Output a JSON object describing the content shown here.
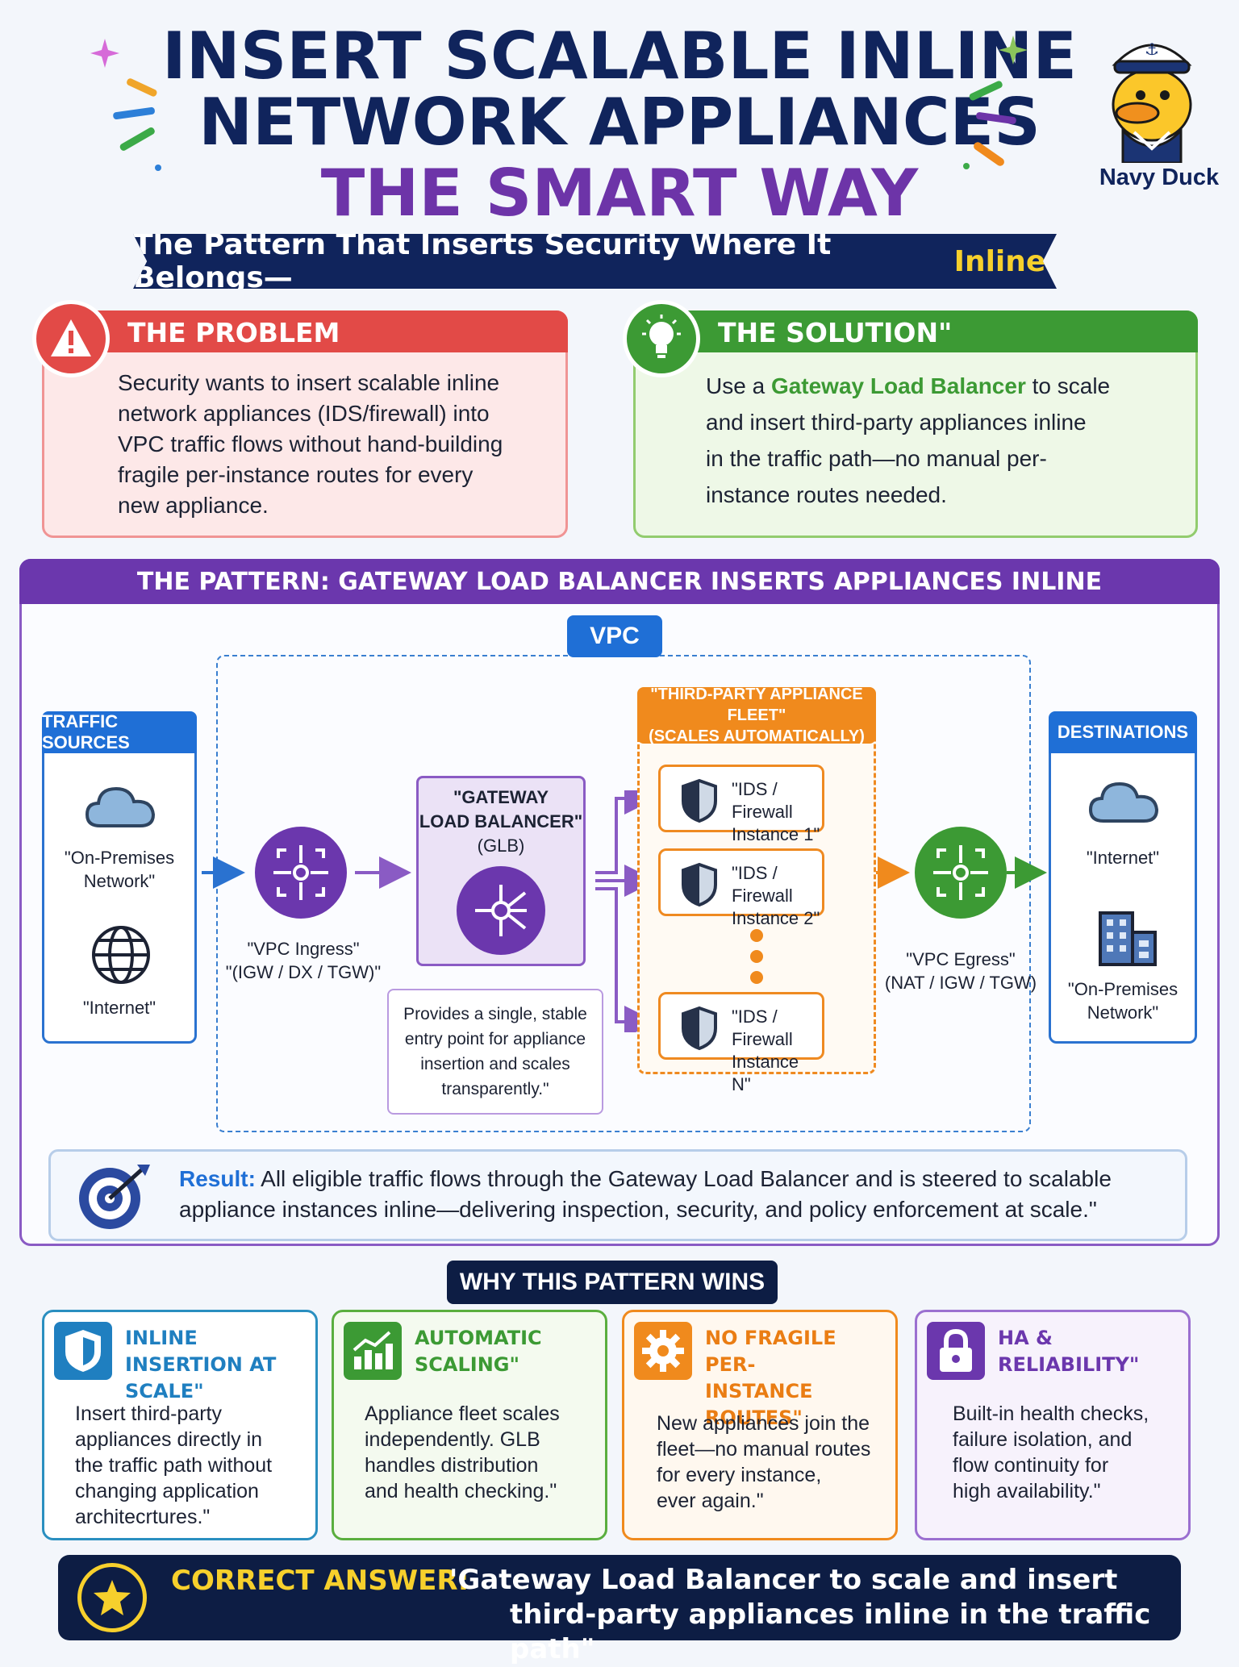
{
  "header": {
    "title_line1": "INSERT SCALABLE INLINE",
    "title_line2": "NETWORK APPLIANCES",
    "title_line3": "THE SMART WAY",
    "mascot_label": "Navy Duck"
  },
  "banner": {
    "text": "The Pattern That Inserts Security Where It Belongs—",
    "highlight": "Inline."
  },
  "problem": {
    "title": "THE PROBLEM",
    "lines": [
      "Security wants to insert scalable inline",
      "network appliances (IDS/firewall) into",
      "VPC traffic flows without hand-building",
      "fragile per-instance routes for every",
      "new appliance."
    ]
  },
  "solution": {
    "title": "THE SOLUTION\"",
    "line1_pre": "Use a ",
    "line1_hl": "Gateway Load Balancer",
    "line1_post": " to scale",
    "lines": [
      "and insert third-party appliances inline",
      "in the traffic path—no manual per-",
      "instance routes needed."
    ]
  },
  "pattern": {
    "title": "THE PATTERN: GATEWAY LOAD BALANCER INSERTS APPLIANCES INLINE",
    "vpc_label": "VPC",
    "sources": {
      "title": "TRAFFIC SOURCES",
      "item1": "\"On-Premises Network\"",
      "item2": "\"Internet\""
    },
    "ingress": {
      "line1": "\"VPC Ingress\"",
      "line2": "\"(IGW / DX / TGW)\""
    },
    "glb": {
      "line1": "\"GATEWAY",
      "line2": "LOAD BALANCER\"",
      "line3": "(GLB)",
      "note": "Provides a single, stable entry point for appliance insertion and scales transparently.\""
    },
    "fleet": {
      "title_line1": "\"THIRD-PARTY APPLIANCE FLEET\"",
      "title_line2": "(SCALES AUTOMATICALLY)",
      "instances": [
        {
          "line1": "\"IDS / Firewall",
          "line2": "Instance 1\""
        },
        {
          "line1": "\"IDS / Firewall",
          "line2": "Instance 2\""
        },
        {
          "line1": "\"IDS / Firewall",
          "line2": "Instance N\""
        }
      ]
    },
    "egress": {
      "line1": "\"VPC Egress\"",
      "line2": "(NAT / IGW / TGW)"
    },
    "destinations": {
      "title": "DESTINATIONS",
      "item1": "\"Internet\"",
      "item2": "\"On-Premises Network\""
    }
  },
  "result": {
    "label": "Result:",
    "line1": " All eligible traffic flows through the Gateway Load Balancer and is steered to scalable",
    "line2": "appliance instances inline—delivering inspection, security, and policy enforcement at scale.\""
  },
  "why": {
    "title": "WHY THIS PATTERN WINS",
    "benefits": [
      {
        "title": "INLINE INSERTION AT SCALE\"",
        "body": [
          "Insert third-party",
          "appliances directly in",
          "the traffic path without",
          "changing application",
          "architecrtures.\""
        ]
      },
      {
        "title": "AUTOMATIC SCALING\"",
        "body": [
          "Appliance fleet scales",
          "independently. GLB",
          "handles distribution",
          "and health checking.\""
        ]
      },
      {
        "title": "NO FRAGILE PER-INSTANCE ROUTES\"",
        "body": [
          "New appliances join the",
          "fleet—no manual routes",
          "for every instance,",
          "ever again.\""
        ]
      },
      {
        "title": "HA & RELIABILITY\"",
        "body": [
          "Built-in health checks,",
          "failure isolation, and",
          "flow continuity for",
          "high availability.\""
        ]
      }
    ]
  },
  "answer": {
    "label": "CORRECT ANSWER:",
    "line1": "'Gateway Load Balancer to scale and insert",
    "line2": "third-party appliances inline in the traffic path\""
  },
  "colors": {
    "navy": "#10245c",
    "purple": "#6d34a8",
    "red": "#e24a47",
    "green": "#3c9a34",
    "blue": "#1f6fd6",
    "orange": "#f08a1d",
    "yellow": "#f7d02c"
  },
  "icons": [
    "warning-icon",
    "lightbulb-icon",
    "cloud-icon",
    "globe-icon",
    "network-hub-icon",
    "glb-icon",
    "shield-icon",
    "building-icon",
    "target-icon",
    "chart-icon",
    "gear-icon",
    "lock-icon",
    "star-icon",
    "duck-mascot-icon",
    "sparkle-icon"
  ]
}
